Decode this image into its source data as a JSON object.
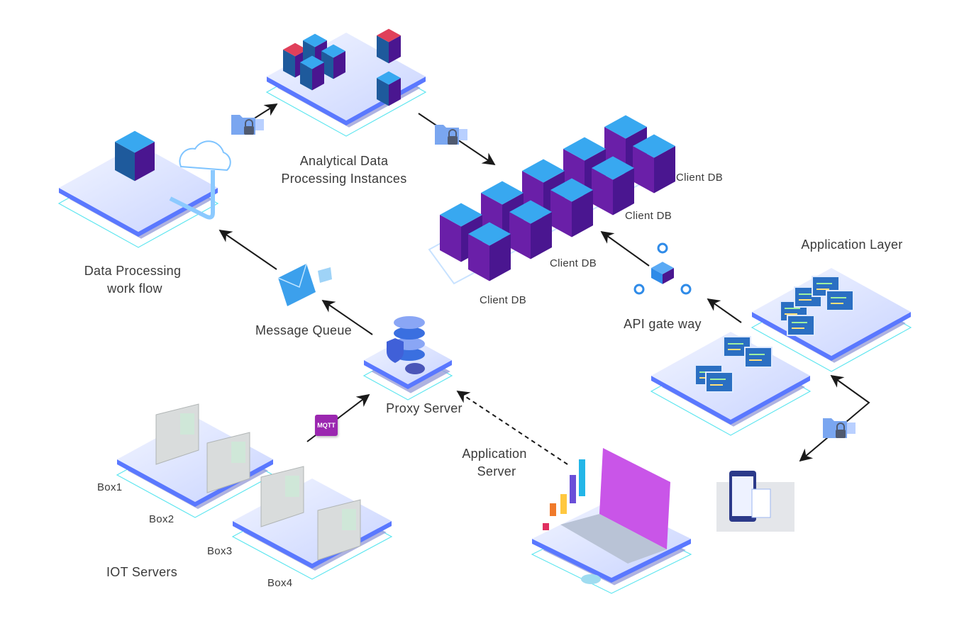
{
  "nodes": {
    "analytical": {
      "line1": "Analytical Data",
      "line2": "Processing Instances"
    },
    "data_processing": {
      "line1": "Data Processing",
      "line2": "work flow"
    },
    "message_queue": "Message Queue",
    "proxy_server": "Proxy Server",
    "application_server": {
      "line1": "Application",
      "line2": "Server"
    },
    "client_db": [
      "Client DB",
      "Client DB",
      "Client DB",
      "Client DB"
    ],
    "application_layer": "Application Layer",
    "api_gateway": "API gate way",
    "iot": {
      "title": "IOT Servers",
      "boxes": [
        "Box1",
        "Box2",
        "Box3",
        "Box4"
      ]
    },
    "mqtt_badge": "MQTT"
  },
  "colors": {
    "platform_top": "#dde5ff",
    "platform_edge": "#5a78ff",
    "server_top": "#38a8f0",
    "server_side": "#6a1fa8",
    "mqtt": "#9b27b0",
    "api_icon": "#2f8be8"
  },
  "icons": [
    "lock-folder-icon",
    "envelope-icon",
    "database-shield-icon",
    "api-cube-icon",
    "cloud-icon",
    "laptop-icon",
    "mobile-app-icon"
  ]
}
